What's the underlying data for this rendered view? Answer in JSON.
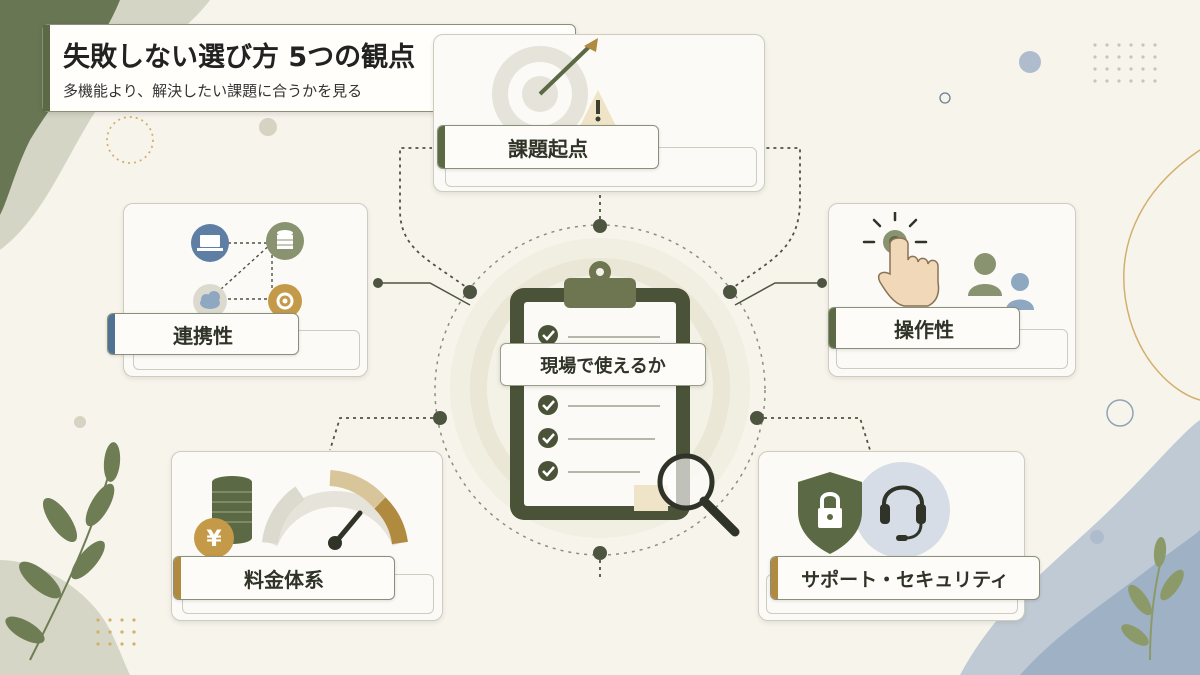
{
  "header": {
    "title": "失敗しない選び方 5つの観点",
    "subtitle": "多機能より、解決したい課題に合うかを見る"
  },
  "center": {
    "label": "現場で使えるか"
  },
  "nodes": [
    {
      "id": "issue",
      "label": "課題起点",
      "icon": "target-icon"
    },
    {
      "id": "integration",
      "label": "連携性",
      "icon": "network-icon"
    },
    {
      "id": "usability",
      "label": "操作性",
      "icon": "tap-hand-icon"
    },
    {
      "id": "pricing",
      "label": "料金体系",
      "icon": "yen-coins-gauge-icon"
    },
    {
      "id": "support",
      "label": "サポート・セキュリティ",
      "icon": "shield-headset-icon"
    }
  ],
  "colors": {
    "olive": "#5b6a44",
    "gold": "#b08a3e",
    "blue": "#4f7290",
    "cream": "#f7f4ec"
  }
}
